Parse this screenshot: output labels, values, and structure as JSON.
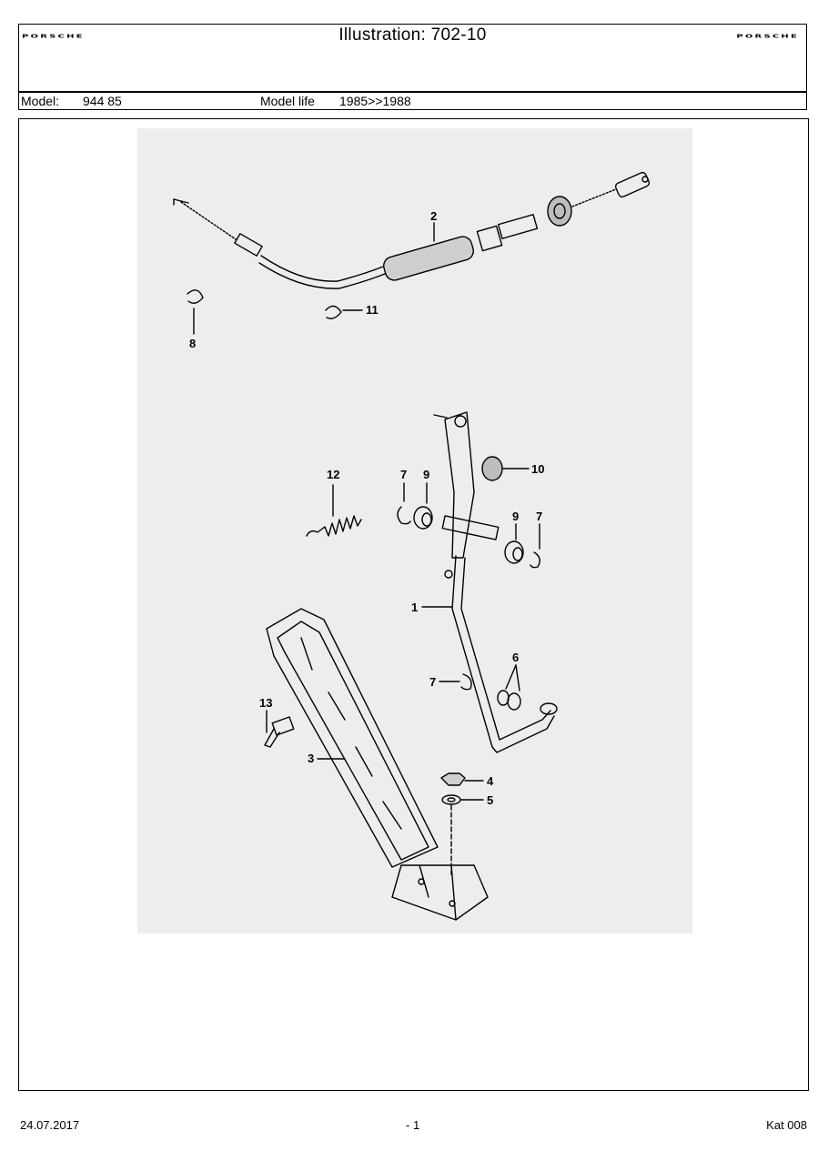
{
  "header": {
    "brand_left": "PORSCHE",
    "brand_right": "PORSCHE",
    "title": "Illustration: 702-10",
    "model_label": "Model:",
    "model_value": "944 85",
    "model_life_label": "Model life",
    "model_life_value": "1985>>1988"
  },
  "diagram": {
    "callouts": {
      "c1": "1",
      "c2": "2",
      "c3": "3",
      "c4": "4",
      "c5": "5",
      "c6": "6",
      "c7a": "7",
      "c7b": "7",
      "c7c": "7",
      "c8": "8",
      "c9a": "9",
      "c9b": "9",
      "c10": "10",
      "c11": "11",
      "c12": "12",
      "c13": "13"
    }
  },
  "footer": {
    "date": "24.07.2017",
    "page": "- 1",
    "catalog": "Kat 008"
  }
}
